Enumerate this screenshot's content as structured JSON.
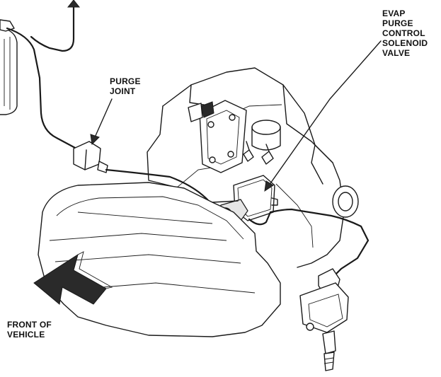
{
  "labels": {
    "evap": [
      "EVAP",
      "PURGE",
      "CONTROL",
      "SOLENOID",
      "VALVE"
    ],
    "purge_joint": [
      "PURGE",
      "JOINT"
    ],
    "front": [
      "FRONT OF",
      "VEHICLE"
    ]
  }
}
